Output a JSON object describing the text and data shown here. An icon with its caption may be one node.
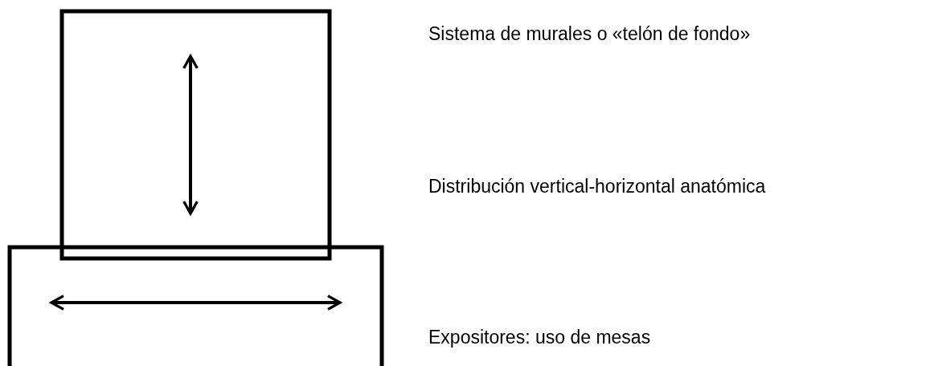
{
  "diagram": {
    "labels": [
      "Sistema de murales o «telón de fondo»",
      "Distribución vertical-horizontal anatómica",
      "Expositores: uso de mesas"
    ]
  }
}
